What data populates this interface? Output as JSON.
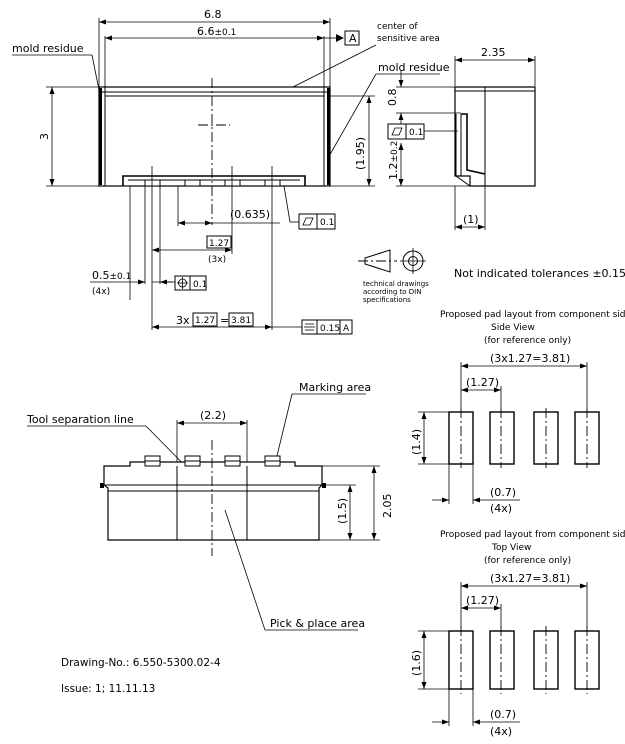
{
  "top_view": {
    "dim_overall": "6.8",
    "dim_body": "6.6",
    "dim_body_tol": "±0.1",
    "datum_label": "A",
    "center_label_line1": "center of",
    "center_label_line2": "sensitive area",
    "mold_residue_left": "mold residue",
    "mold_residue_right": "mold residue",
    "dim_height": "3",
    "dim_195": "(1.95)",
    "dim_0635": "(0.635)",
    "flatness_value": "0.1",
    "dim_127": "1.27",
    "dim_3x": "(3x)",
    "dim_pin_width": "0.5",
    "dim_pin_width_tol": "±0.1",
    "dim_4x": "(4x)",
    "position_value": "0.1",
    "pitch_prefix": "3x",
    "pitch_value": "1.27",
    "pitch_equals": "=",
    "pitch_total": "3.81",
    "symmetry_value": "0.15",
    "symmetry_datum": "A"
  },
  "side_view": {
    "dim_width": "2.35",
    "dim_08": "0.8",
    "flatness_value": "0.1",
    "dim_12": "1.2",
    "dim_12_tol": "±0.2",
    "dim_1": "(1)"
  },
  "projection": {
    "line1": "technical drawings",
    "line2": "according to DIN",
    "line3": "specifications"
  },
  "tolerance_note": "Not indicated tolerances ±0.15",
  "pad_side": {
    "title_line1": "Proposed pad layout from component side",
    "title_line2": "Side View",
    "title_line3": "(for reference only)",
    "dim_total": "(3x1.27=3.81)",
    "dim_pitch": "(1.27)",
    "dim_height": "(1.4)",
    "dim_width": "(0.7)",
    "dim_4x": "(4x)"
  },
  "pad_top": {
    "title_line1": "Proposed pad layout from component side",
    "title_line2": "Top View",
    "title_line3": "(for reference only)",
    "dim_total": "(3x1.27=3.81)",
    "dim_pitch": "(1.27)",
    "dim_height": "(1.6)",
    "dim_width": "(0.7)",
    "dim_4x": "(4x)"
  },
  "bottom_view": {
    "marking_area": "Marking area",
    "tool_separation": "Tool separation line",
    "dim_22": "(2.2)",
    "dim_15": "(1.5)",
    "dim_205": "2.05",
    "pick_place": "Pick & place area"
  },
  "title_block": {
    "drawing_no": "Drawing-No.: 6.550-5300.02-4",
    "issue": "Issue: 1; 11.11.13"
  }
}
